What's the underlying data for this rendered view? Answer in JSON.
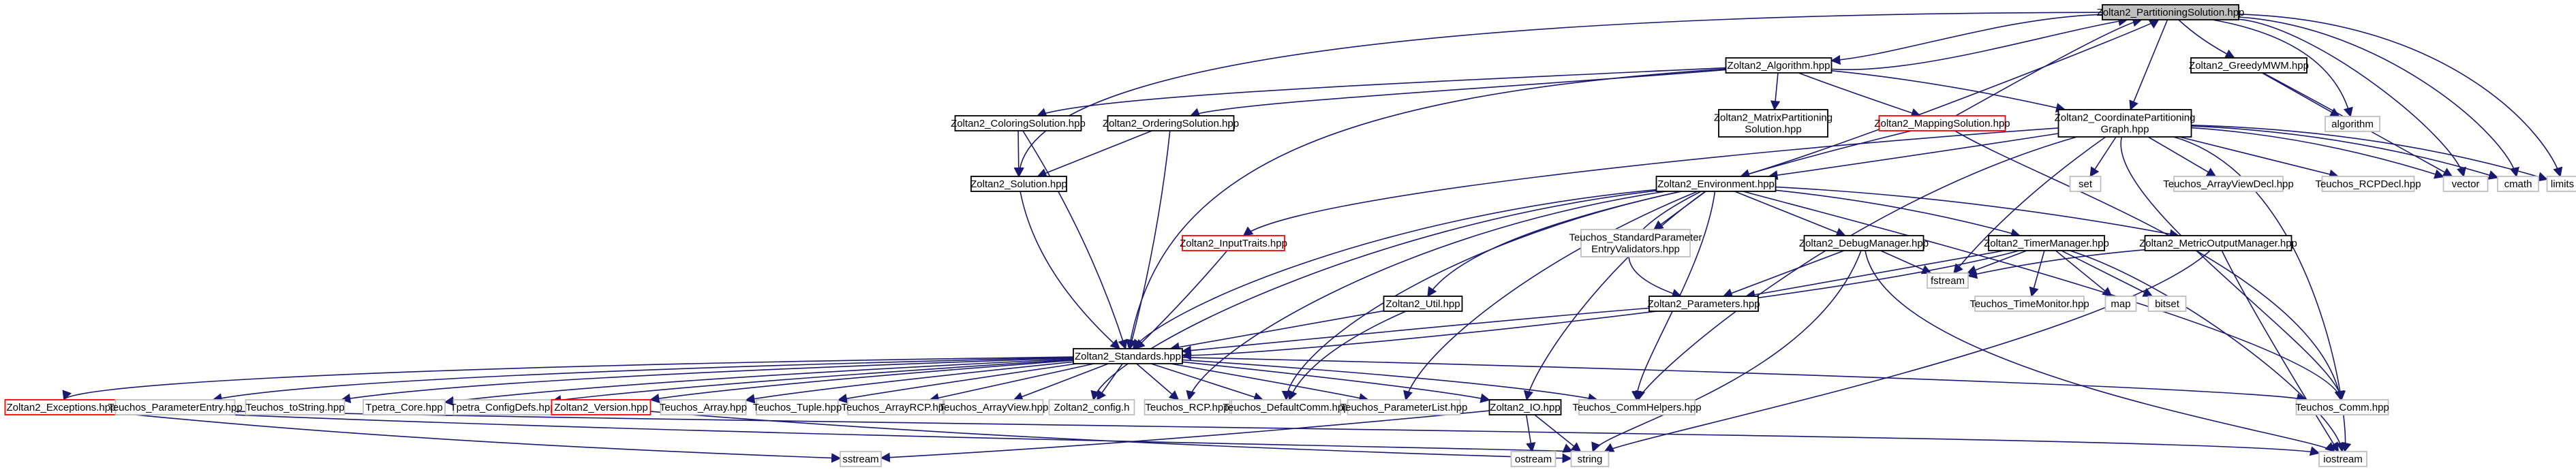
{
  "diagram": {
    "colors": {
      "root_fill": "#bfbfbf",
      "node_fill": "#ffffff",
      "internal_border": "#000000",
      "truncated_border": "#ff0000",
      "external_border": "#bfbfbf",
      "edge": "#191970"
    },
    "nodes": [
      {
        "id": "root",
        "lines": [
          "Zoltan2_PartitioningSolution.hpp"
        ],
        "kind": "root"
      },
      {
        "id": "algorithm",
        "lines": [
          "Zoltan2_Algorithm.hpp"
        ],
        "kind": "internal"
      },
      {
        "id": "greedymwm",
        "lines": [
          "Zoltan2_GreedyMWM.hpp"
        ],
        "kind": "internal"
      },
      {
        "id": "algorithm_std",
        "lines": [
          "algorithm"
        ],
        "kind": "external"
      },
      {
        "id": "coloringsol",
        "lines": [
          "Zoltan2_ColoringSolution.hpp"
        ],
        "kind": "internal"
      },
      {
        "id": "orderingsol",
        "lines": [
          "Zoltan2_OrderingSolution.hpp"
        ],
        "kind": "internal"
      },
      {
        "id": "matrixpart",
        "lines": [
          "Zoltan2_MatrixPartitioning",
          "Solution.hpp"
        ],
        "kind": "internal"
      },
      {
        "id": "mappingsol",
        "lines": [
          "Zoltan2_MappingSolution.hpp"
        ],
        "kind": "truncated"
      },
      {
        "id": "coordpart",
        "lines": [
          "Zoltan2_CoordinatePartitioning",
          "Graph.hpp"
        ],
        "kind": "internal"
      },
      {
        "id": "solution",
        "lines": [
          "Zoltan2_Solution.hpp"
        ],
        "kind": "internal"
      },
      {
        "id": "environment",
        "lines": [
          "Zoltan2_Environment.hpp"
        ],
        "kind": "internal"
      },
      {
        "id": "set",
        "lines": [
          "set"
        ],
        "kind": "external"
      },
      {
        "id": "arrayviewdecl",
        "lines": [
          "Teuchos_ArrayViewDecl.hpp"
        ],
        "kind": "external"
      },
      {
        "id": "rcpdecl",
        "lines": [
          "Teuchos_RCPDecl.hpp"
        ],
        "kind": "external"
      },
      {
        "id": "vector",
        "lines": [
          "vector"
        ],
        "kind": "external"
      },
      {
        "id": "cmath",
        "lines": [
          "cmath"
        ],
        "kind": "external"
      },
      {
        "id": "limits",
        "lines": [
          "limits"
        ],
        "kind": "external"
      },
      {
        "id": "inputtraits",
        "lines": [
          "Zoltan2_InputTraits.hpp"
        ],
        "kind": "truncated"
      },
      {
        "id": "stdparam",
        "lines": [
          "Teuchos_StandardParameter",
          "EntryValidators.hpp"
        ],
        "kind": "external"
      },
      {
        "id": "debugmgr",
        "lines": [
          "Zoltan2_DebugManager.hpp"
        ],
        "kind": "internal"
      },
      {
        "id": "timemgr",
        "lines": [
          "Zoltan2_TimerManager.hpp"
        ],
        "kind": "internal"
      },
      {
        "id": "metricmgr",
        "lines": [
          "Zoltan2_MetricOutputManager.hpp"
        ],
        "kind": "internal"
      },
      {
        "id": "fstream",
        "lines": [
          "fstream"
        ],
        "kind": "external"
      },
      {
        "id": "util",
        "lines": [
          "Zoltan2_Util.hpp"
        ],
        "kind": "internal"
      },
      {
        "id": "parameters",
        "lines": [
          "Zoltan2_Parameters.hpp"
        ],
        "kind": "internal"
      },
      {
        "id": "timemonitor",
        "lines": [
          "Teuchos_TimeMonitor.hpp"
        ],
        "kind": "external"
      },
      {
        "id": "map",
        "lines": [
          "map"
        ],
        "kind": "external"
      },
      {
        "id": "bitset",
        "lines": [
          "bitset"
        ],
        "kind": "external"
      },
      {
        "id": "standards",
        "lines": [
          "Zoltan2_Standards.hpp"
        ],
        "kind": "internal"
      },
      {
        "id": "exceptions",
        "lines": [
          "Zoltan2_Exceptions.hpp"
        ],
        "kind": "truncated"
      },
      {
        "id": "paramentry",
        "lines": [
          "Teuchos_ParameterEntry.hpp"
        ],
        "kind": "external"
      },
      {
        "id": "tostring",
        "lines": [
          "Teuchos_toString.hpp"
        ],
        "kind": "external"
      },
      {
        "id": "tpetracore",
        "lines": [
          "Tpetra_Core.hpp"
        ],
        "kind": "external"
      },
      {
        "id": "tpetraconfig",
        "lines": [
          "Tpetra_ConfigDefs.hpp"
        ],
        "kind": "external"
      },
      {
        "id": "version",
        "lines": [
          "Zoltan2_Version.hpp"
        ],
        "kind": "truncated"
      },
      {
        "id": "array",
        "lines": [
          "Teuchos_Array.hpp"
        ],
        "kind": "external"
      },
      {
        "id": "tuple",
        "lines": [
          "Teuchos_Tuple.hpp"
        ],
        "kind": "external"
      },
      {
        "id": "arrayrcp",
        "lines": [
          "Teuchos_ArrayRCP.hpp"
        ],
        "kind": "external"
      },
      {
        "id": "arrayview",
        "lines": [
          "Teuchos_ArrayView.hpp"
        ],
        "kind": "external"
      },
      {
        "id": "config",
        "lines": [
          "Zoltan2_config.h"
        ],
        "kind": "external"
      },
      {
        "id": "rcp",
        "lines": [
          "Teuchos_RCP.hpp"
        ],
        "kind": "external"
      },
      {
        "id": "defaultcomm",
        "lines": [
          "Teuchos_DefaultComm.hpp"
        ],
        "kind": "external"
      },
      {
        "id": "paramlist",
        "lines": [
          "Teuchos_ParameterList.hpp"
        ],
        "kind": "external"
      },
      {
        "id": "io",
        "lines": [
          "Zoltan2_IO.hpp"
        ],
        "kind": "internal"
      },
      {
        "id": "commhelpers",
        "lines": [
          "Teuchos_CommHelpers.hpp"
        ],
        "kind": "external"
      },
      {
        "id": "comm",
        "lines": [
          "Teuchos_Comm.hpp"
        ],
        "kind": "external"
      },
      {
        "id": "sstream",
        "lines": [
          "sstream"
        ],
        "kind": "external"
      },
      {
        "id": "ostream",
        "lines": [
          "ostream"
        ],
        "kind": "external"
      },
      {
        "id": "string",
        "lines": [
          "string"
        ],
        "kind": "external"
      },
      {
        "id": "iostream",
        "lines": [
          "iostream"
        ],
        "kind": "external"
      }
    ]
  }
}
